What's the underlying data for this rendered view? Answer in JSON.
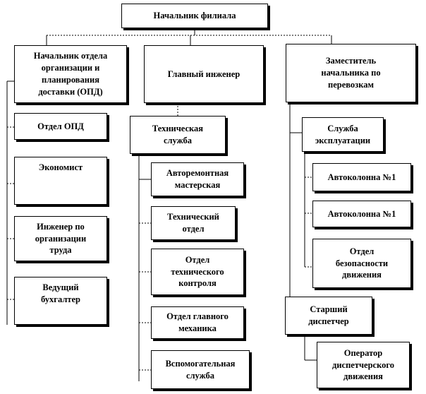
{
  "chart": {
    "root": "Начальник филиала",
    "col1": {
      "head": "Начальник отдела\nорганизации и\nпланирования\nдоставки (ОПД)",
      "items": [
        "Отдел ОПД",
        "Экономист",
        "Инженер по\nорганизации\nтруда",
        "Ведущий\nбухгалтер"
      ]
    },
    "col2": {
      "head": "Главный инженер",
      "service": "Техническая\nслужба",
      "items": [
        "Авторемонтная\nмастерская",
        "Технический\nотдел",
        "Отдел\nтехнического\nконтроля",
        "Отдел главного\nмеханика",
        "Вспомогательная\nслужба"
      ]
    },
    "col3": {
      "head": "Заместитель\nначальника по\nперевозкам",
      "service": "Служба\nэксплуатации",
      "items": [
        "Автоколонна №1",
        "Автоколонна №1",
        "Отдел\nбезопасности\nдвижения"
      ],
      "dispatcher": "Старший\nдиспетчер",
      "operator": "Оператор\nдиспетчерского\nдвижения"
    }
  }
}
